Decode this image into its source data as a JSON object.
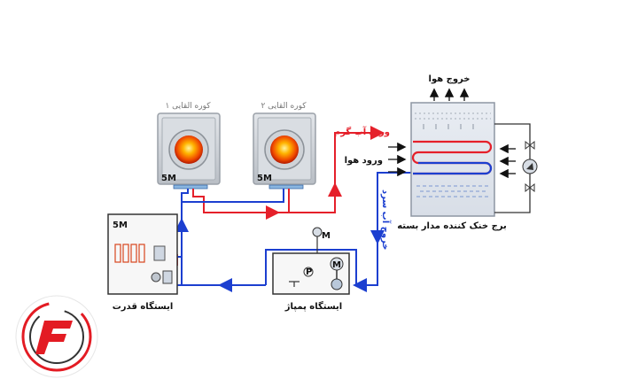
{
  "labels": {
    "furnace_1": "کوره القایی ۱",
    "furnace_2": "کوره القایی ۲",
    "air_out": "خروج هوا",
    "hot_water_in": "ورود آب گرم",
    "air_in": "ورود هوا",
    "cold_water_out": "خروج آب سرد",
    "cooling_tower": "برج خنک کننده مدار بسته",
    "power_station": "ایستگاه قدرت",
    "pump_station": "ایستگاه پمپاژ",
    "rating_1": "5M",
    "rating_2": "5M",
    "rating_power": "5M",
    "motor_symbol": "M",
    "pump_motor_symbol": "M",
    "pressure_symbol": "P"
  },
  "colors": {
    "hot_line": "#e5202a",
    "cold_line": "#1c3fd0",
    "furnace_body": "#c9cdd2",
    "furnace_core": "#f4b400",
    "logo_red": "#e31b23"
  }
}
